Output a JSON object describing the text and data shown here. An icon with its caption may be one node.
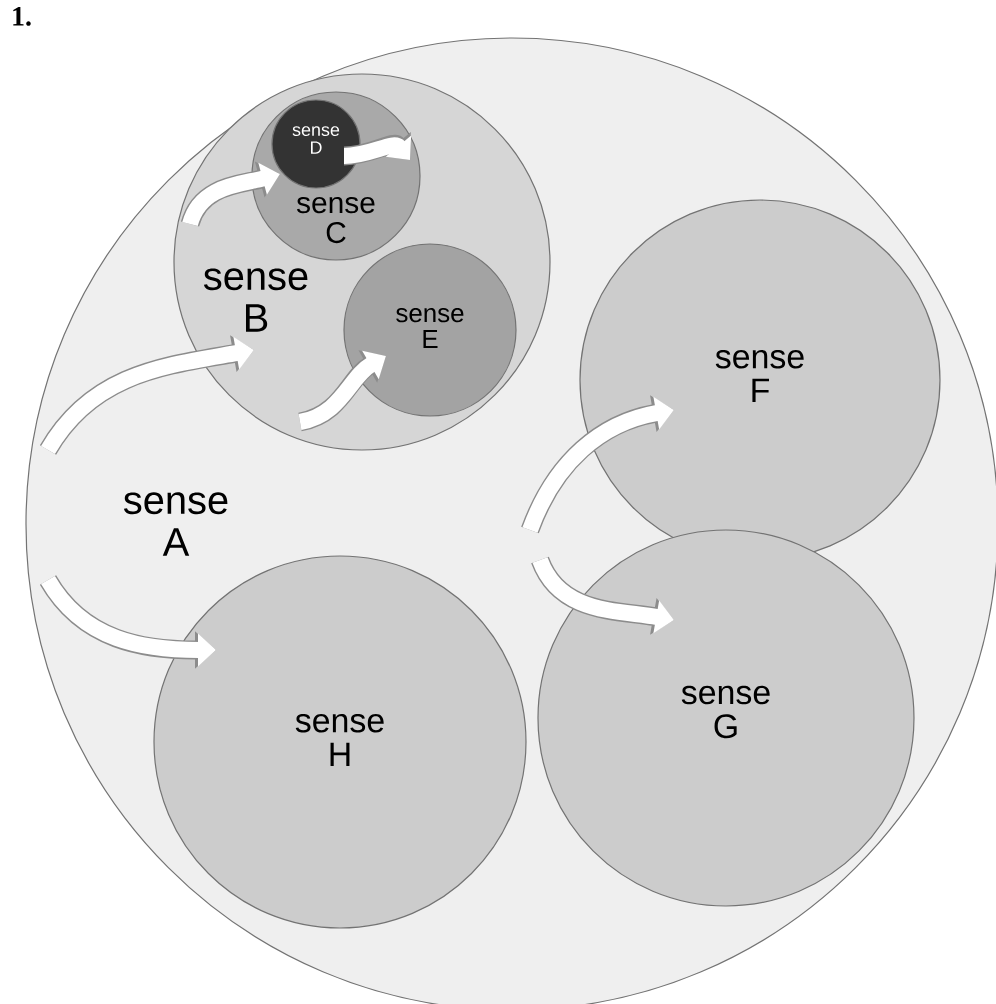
{
  "diagram": {
    "nodes": [
      {
        "text": [
          "sense A"
        ]
      },
      {
        "text": [
          "sense B"
        ],
        "in": 0
      },
      {
        "text": [
          "sense C"
        ],
        "in": 1
      },
      {
        "text": [
          "sense D"
        ],
        "in": 2
      },
      {
        "text": [
          "sense E"
        ],
        "in": 1
      },
      {
        "text": [
          "sense F"
        ],
        "in": 0
      },
      {
        "text": [
          "sense H"
        ],
        "in": 0
      },
      {
        "text": [
          "sense G"
        ],
        "in": 0
      }
    ],
    "edges": [
      {
        "from": 0,
        "to": 1,
        "arrow": "to"
      },
      {
        "from": 1,
        "to": 2,
        "arrow": "to"
      },
      {
        "from": 3,
        "to": 2,
        "arrow": "to"
      },
      {
        "from": 1,
        "to": 4,
        "arrow": "to"
      },
      {
        "from": null,
        "to": 5,
        "arrow": "to"
      },
      {
        "from": null,
        "to": 7,
        "arrow": "to"
      },
      {
        "from": 0,
        "to": 6,
        "arrow": "to"
      }
    ],
    "labels": [
      "1."
    ]
  }
}
